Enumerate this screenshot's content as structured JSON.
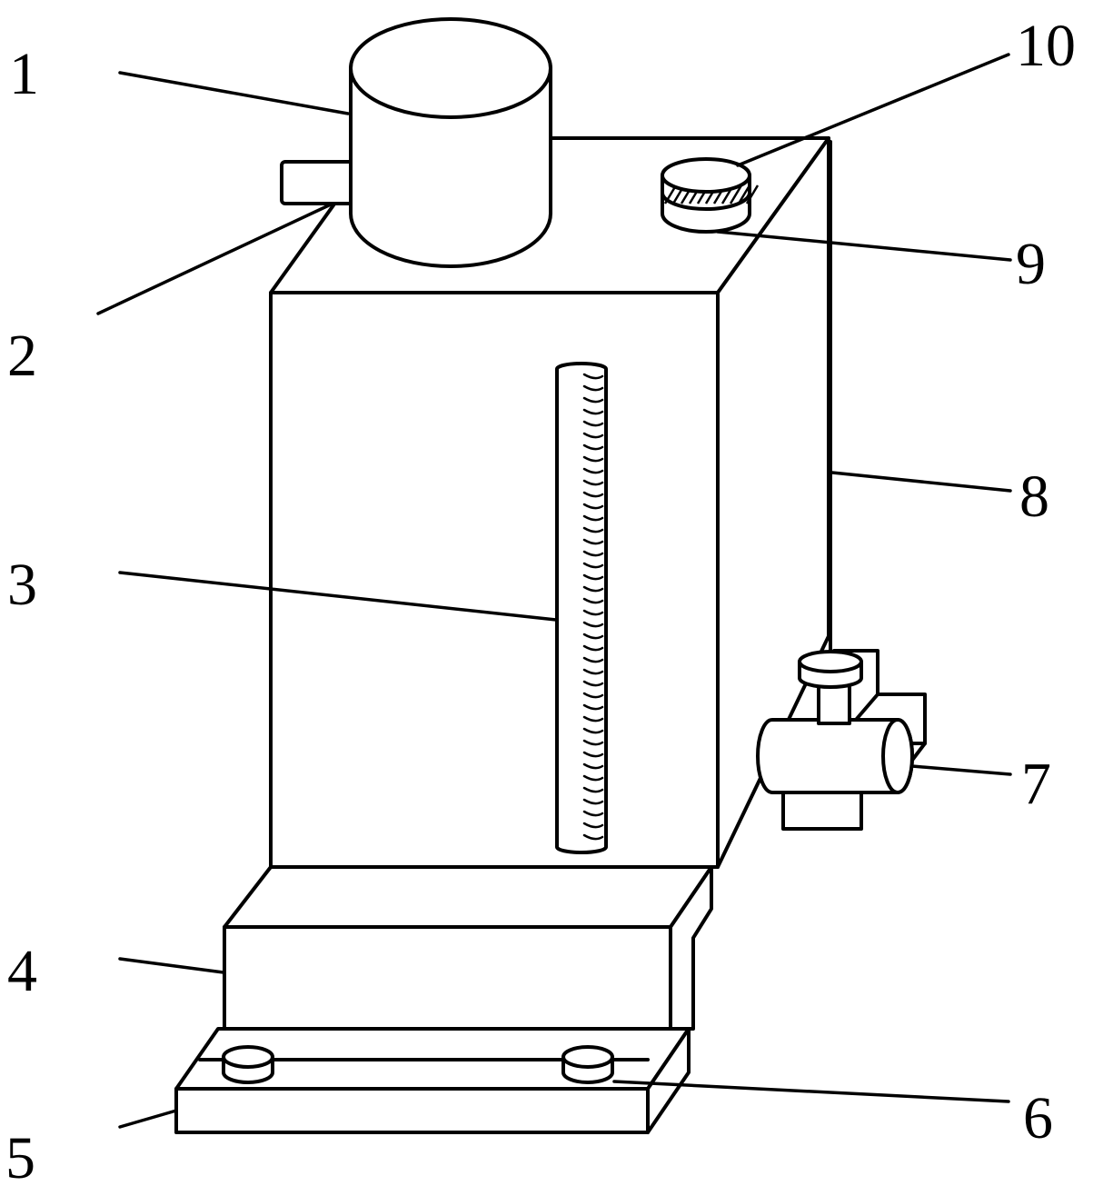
{
  "figure": {
    "callouts": [
      {
        "id": "1",
        "text": "1"
      },
      {
        "id": "2",
        "text": "2"
      },
      {
        "id": "3",
        "text": "3"
      },
      {
        "id": "4",
        "text": "4"
      },
      {
        "id": "5",
        "text": "5"
      },
      {
        "id": "6",
        "text": "6"
      },
      {
        "id": "7",
        "text": "7"
      },
      {
        "id": "8",
        "text": "8"
      },
      {
        "id": "9",
        "text": "9"
      },
      {
        "id": "10",
        "text": "10"
      }
    ],
    "colors": {
      "stroke": "#000000",
      "background": "#ffffff"
    }
  }
}
